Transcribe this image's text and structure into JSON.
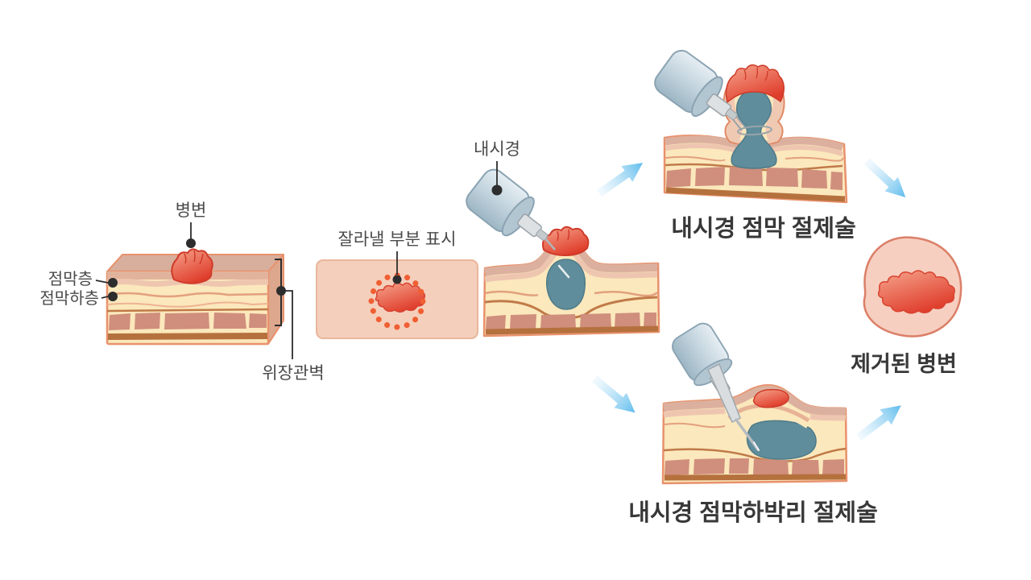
{
  "labels": {
    "lesion": "병변",
    "mucosa": "점막층",
    "submucosa": "점막하층",
    "gi_wall": "위장관벽",
    "marking": "잘라낼 부분 표시",
    "endoscope": "내시경",
    "emr_title": "내시경 점막 절제술",
    "esd_title": "내시경 점막하박리 절제술",
    "removed_lesion": "제거된 병변"
  },
  "colors": {
    "lesion_red": "#e0402e",
    "tissue_surface_pink": "#f4cfbc",
    "mucosa_tan": "#dcb09e",
    "submucosa_cream": "#fbe8bc",
    "muscle_brick": "#d08e7d",
    "deep_brown": "#b5713d",
    "outline_salmon": "#e8916c",
    "injection_fluid_teal": "#5f8d9b",
    "endoscope_gray_blue": "#c3d4de",
    "arrow_blue": "#5fbcec",
    "marking_dot_orange": "#f05f33",
    "label_text": "#4a4a4a",
    "title_text": "#383838"
  }
}
